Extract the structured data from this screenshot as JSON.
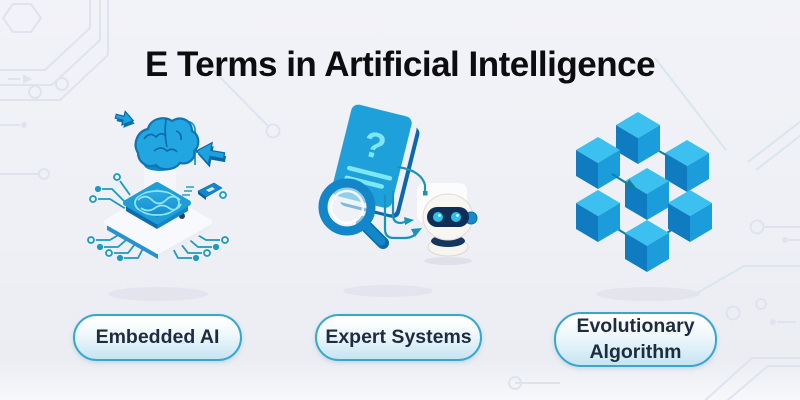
{
  "page": {
    "title": "E Terms in Artificial Intelligence"
  },
  "theme": {
    "background": "#edeff5",
    "primary_blue": "#1b9ed9",
    "dark_blue": "#0e6fb4",
    "cyan_accent": "#7de7f5",
    "teal_line": "#1795b8",
    "pill_border": "#35a8cd",
    "pill_text": "#1e2c40",
    "title_color": "#0d0d10"
  },
  "terms": [
    {
      "label": "Embedded AI",
      "icon": "ai-chip-brain-icon"
    },
    {
      "label": "Expert Systems",
      "icon": "knowledge-book-robot-icon"
    },
    {
      "label": "Evolutionary Algorithm",
      "icon": "connected-cubes-icon"
    }
  ],
  "book": {
    "question_mark": "?"
  }
}
